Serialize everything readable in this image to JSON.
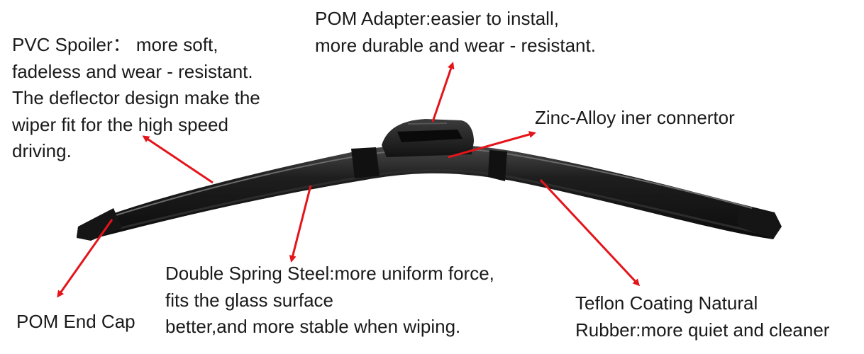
{
  "labels": {
    "pvc_spoiler": {
      "lines": [
        "PVC Spoiler：  more soft,",
        "fadeless and wear - resistant.",
        "The deflector design make the",
        "wiper fit for the high speed",
        "driving."
      ]
    },
    "pom_adapter": {
      "lines": [
        "POM Adapter:easier to install,",
        "more durable and wear - resistant."
      ]
    },
    "zinc_alloy": {
      "lines": [
        "Zinc-Alloy  iner connertor"
      ]
    },
    "double_spring_steel": {
      "lines": [
        "Double Spring Steel:more uniform force,",
        "fits the glass surface",
        "better,and more stable when wiping."
      ]
    },
    "pom_end_cap": {
      "lines": [
        "POM End Cap"
      ]
    },
    "teflon_coating": {
      "lines": [
        "Teflon Coating Natural",
        "Rubber:more quiet and cleaner"
      ]
    }
  },
  "colors": {
    "arrow": "#e4141b",
    "blade": "#1c1c1c",
    "blade_highlight": "#5a5a5a",
    "text": "#1a1a1a"
  }
}
